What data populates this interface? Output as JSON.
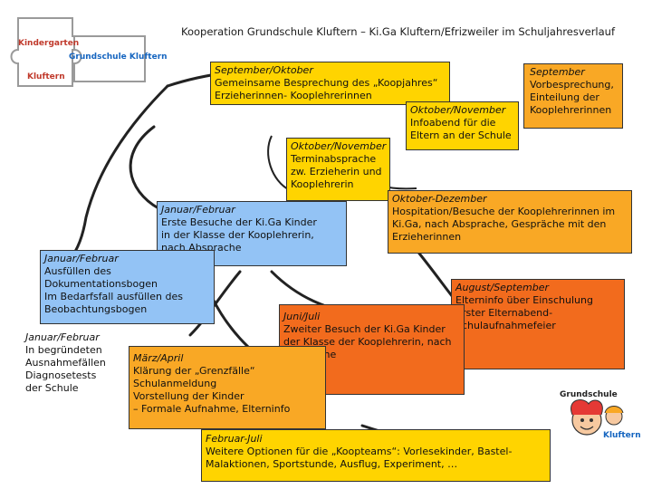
{
  "title": "Kooperation Grundschule Kluftern – Ki.Ga Kluftern/Efrizweiler im Schuljahresverlauf",
  "logo_left": {
    "kindergarten": "Kindergarten",
    "kluftern": "Kluftern",
    "grundschule": "Grundschule Kluftern"
  },
  "logo_right": {
    "grundschule": "Grundschule",
    "kluftern": "Kluftern"
  },
  "boxes": {
    "sept_okt": {
      "heading": "September/Oktober",
      "lines": [
        "Gemeinsame Besprechung des „Koopjahres“",
        "Erzieherinnen- Kooplehrerinnen"
      ]
    },
    "sept": {
      "heading": "September",
      "lines": [
        "Vorbesprechung,",
        "Einteilung der",
        "Kooplehrerinnen"
      ]
    },
    "okt_nov_infoabend": {
      "heading": "Oktober/November",
      "lines": [
        "Infoabend für die",
        "Eltern an der Schule"
      ]
    },
    "okt_nov_termin": {
      "heading": "Oktober/November",
      "lines": [
        "Terminabsprache",
        "zw. Erzieherin und",
        "Kooplehrerin"
      ]
    },
    "okt_dez": {
      "heading": "Oktober-Dezember",
      "lines": [
        "Hospitation/Besuche der Kooplehrerinnen im",
        "Ki.Ga, nach Absprache, Gespräche mit den",
        "Erzieherinnen"
      ]
    },
    "jan_feb_besuche": {
      "heading": "Januar/Februar",
      "lines": [
        "Erste Besuche der Ki.Ga Kinder",
        "in der Klasse der Kooplehrerin,",
        "nach Absprache"
      ]
    },
    "jan_feb_doku": {
      "heading": "Januar/Februar",
      "lines": [
        "Ausfüllen des",
        "Dokumentationsbogen",
        "Im Bedarfsfall ausfüllen des",
        "Beobachtungsbogen"
      ]
    },
    "jan_feb_diag": {
      "heading": "Januar/Februar",
      "lines": [
        "In begründeten",
        "Ausnahmefällen",
        "Diagnosetests",
        "der Schule"
      ]
    },
    "aug_sept": {
      "heading": "August/September",
      "lines": [
        "Elterninfo über Einschulung",
        "Erster Elternabend-",
        "Schulaufnahmefeier"
      ]
    },
    "jun_jul": {
      "heading": "Juni/Juli",
      "lines": [
        "Zweiter Besuch der Ki.Ga Kinder",
        "der Klasse der Kooplehrerin, nach",
        "Absprache"
      ]
    },
    "maerz_april": {
      "heading": "März/April",
      "lines": [
        "Klärung der „Grenzfälle“",
        "Schulanmeldung",
        "Vorstellung der Kinder",
        "– Formale Aufnahme, Elterninfo"
      ]
    },
    "feb_juli": {
      "heading": "Februar-Juli",
      "lines": [
        "Weitere Optionen für die „Koopteams“: Vorlesekinder, Bastel-",
        "Malaktionen, Sportstunde, Ausflug, Experiment, …"
      ]
    }
  }
}
